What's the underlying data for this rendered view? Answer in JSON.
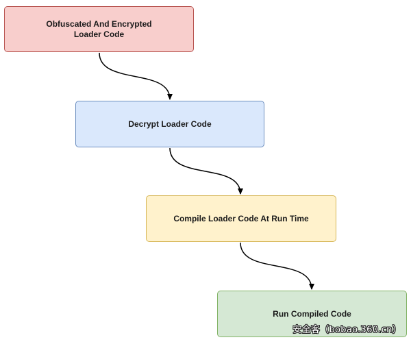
{
  "diagram": {
    "nodes": [
      {
        "id": "obfuscated",
        "label": "Obfuscated And Encrypted\nLoader Code",
        "fill": "#f8cecc",
        "stroke": "#b85450"
      },
      {
        "id": "decrypt",
        "label": "Decrypt Loader Code",
        "fill": "#dae8fc",
        "stroke": "#6c8ebf"
      },
      {
        "id": "compile",
        "label": "Compile Loader Code At Run Time",
        "fill": "#fff2cc",
        "stroke": "#d6b656"
      },
      {
        "id": "run",
        "label": "Run Compiled Code",
        "fill": "#d5e8d4",
        "stroke": "#82b366"
      }
    ],
    "edges": [
      {
        "from": "obfuscated",
        "to": "decrypt"
      },
      {
        "from": "decrypt",
        "to": "compile"
      },
      {
        "from": "compile",
        "to": "run"
      }
    ]
  },
  "watermark": "安全客（bobao.360.cn）"
}
